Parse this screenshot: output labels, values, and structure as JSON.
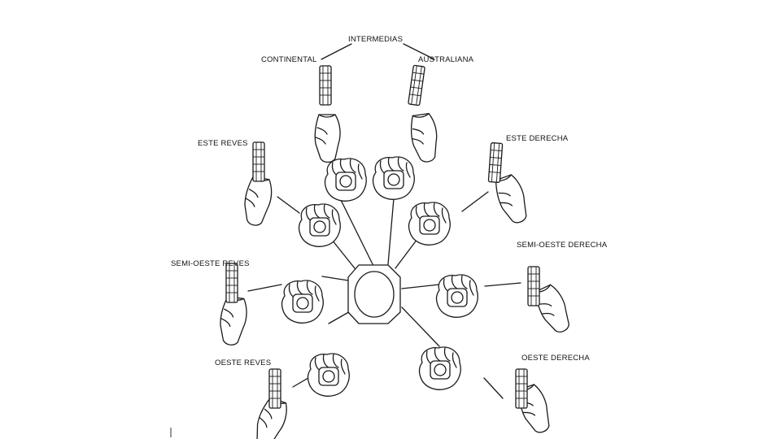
{
  "labels": {
    "intermedias": "INTERMEDIAS",
    "continental": "CONTINENTAL",
    "australiana": "AUSTRALIANA",
    "este_reves": "ESTE REVES",
    "este_derecha": "ESTE DERECHA",
    "semi_oeste_reves": "SEMI-OESTE REVES",
    "semi_oeste_derecha": "SEMI-OESTE DERECHA",
    "oeste_reves": "OESTE REVES",
    "oeste_derecha": "OESTE DERECHA"
  }
}
